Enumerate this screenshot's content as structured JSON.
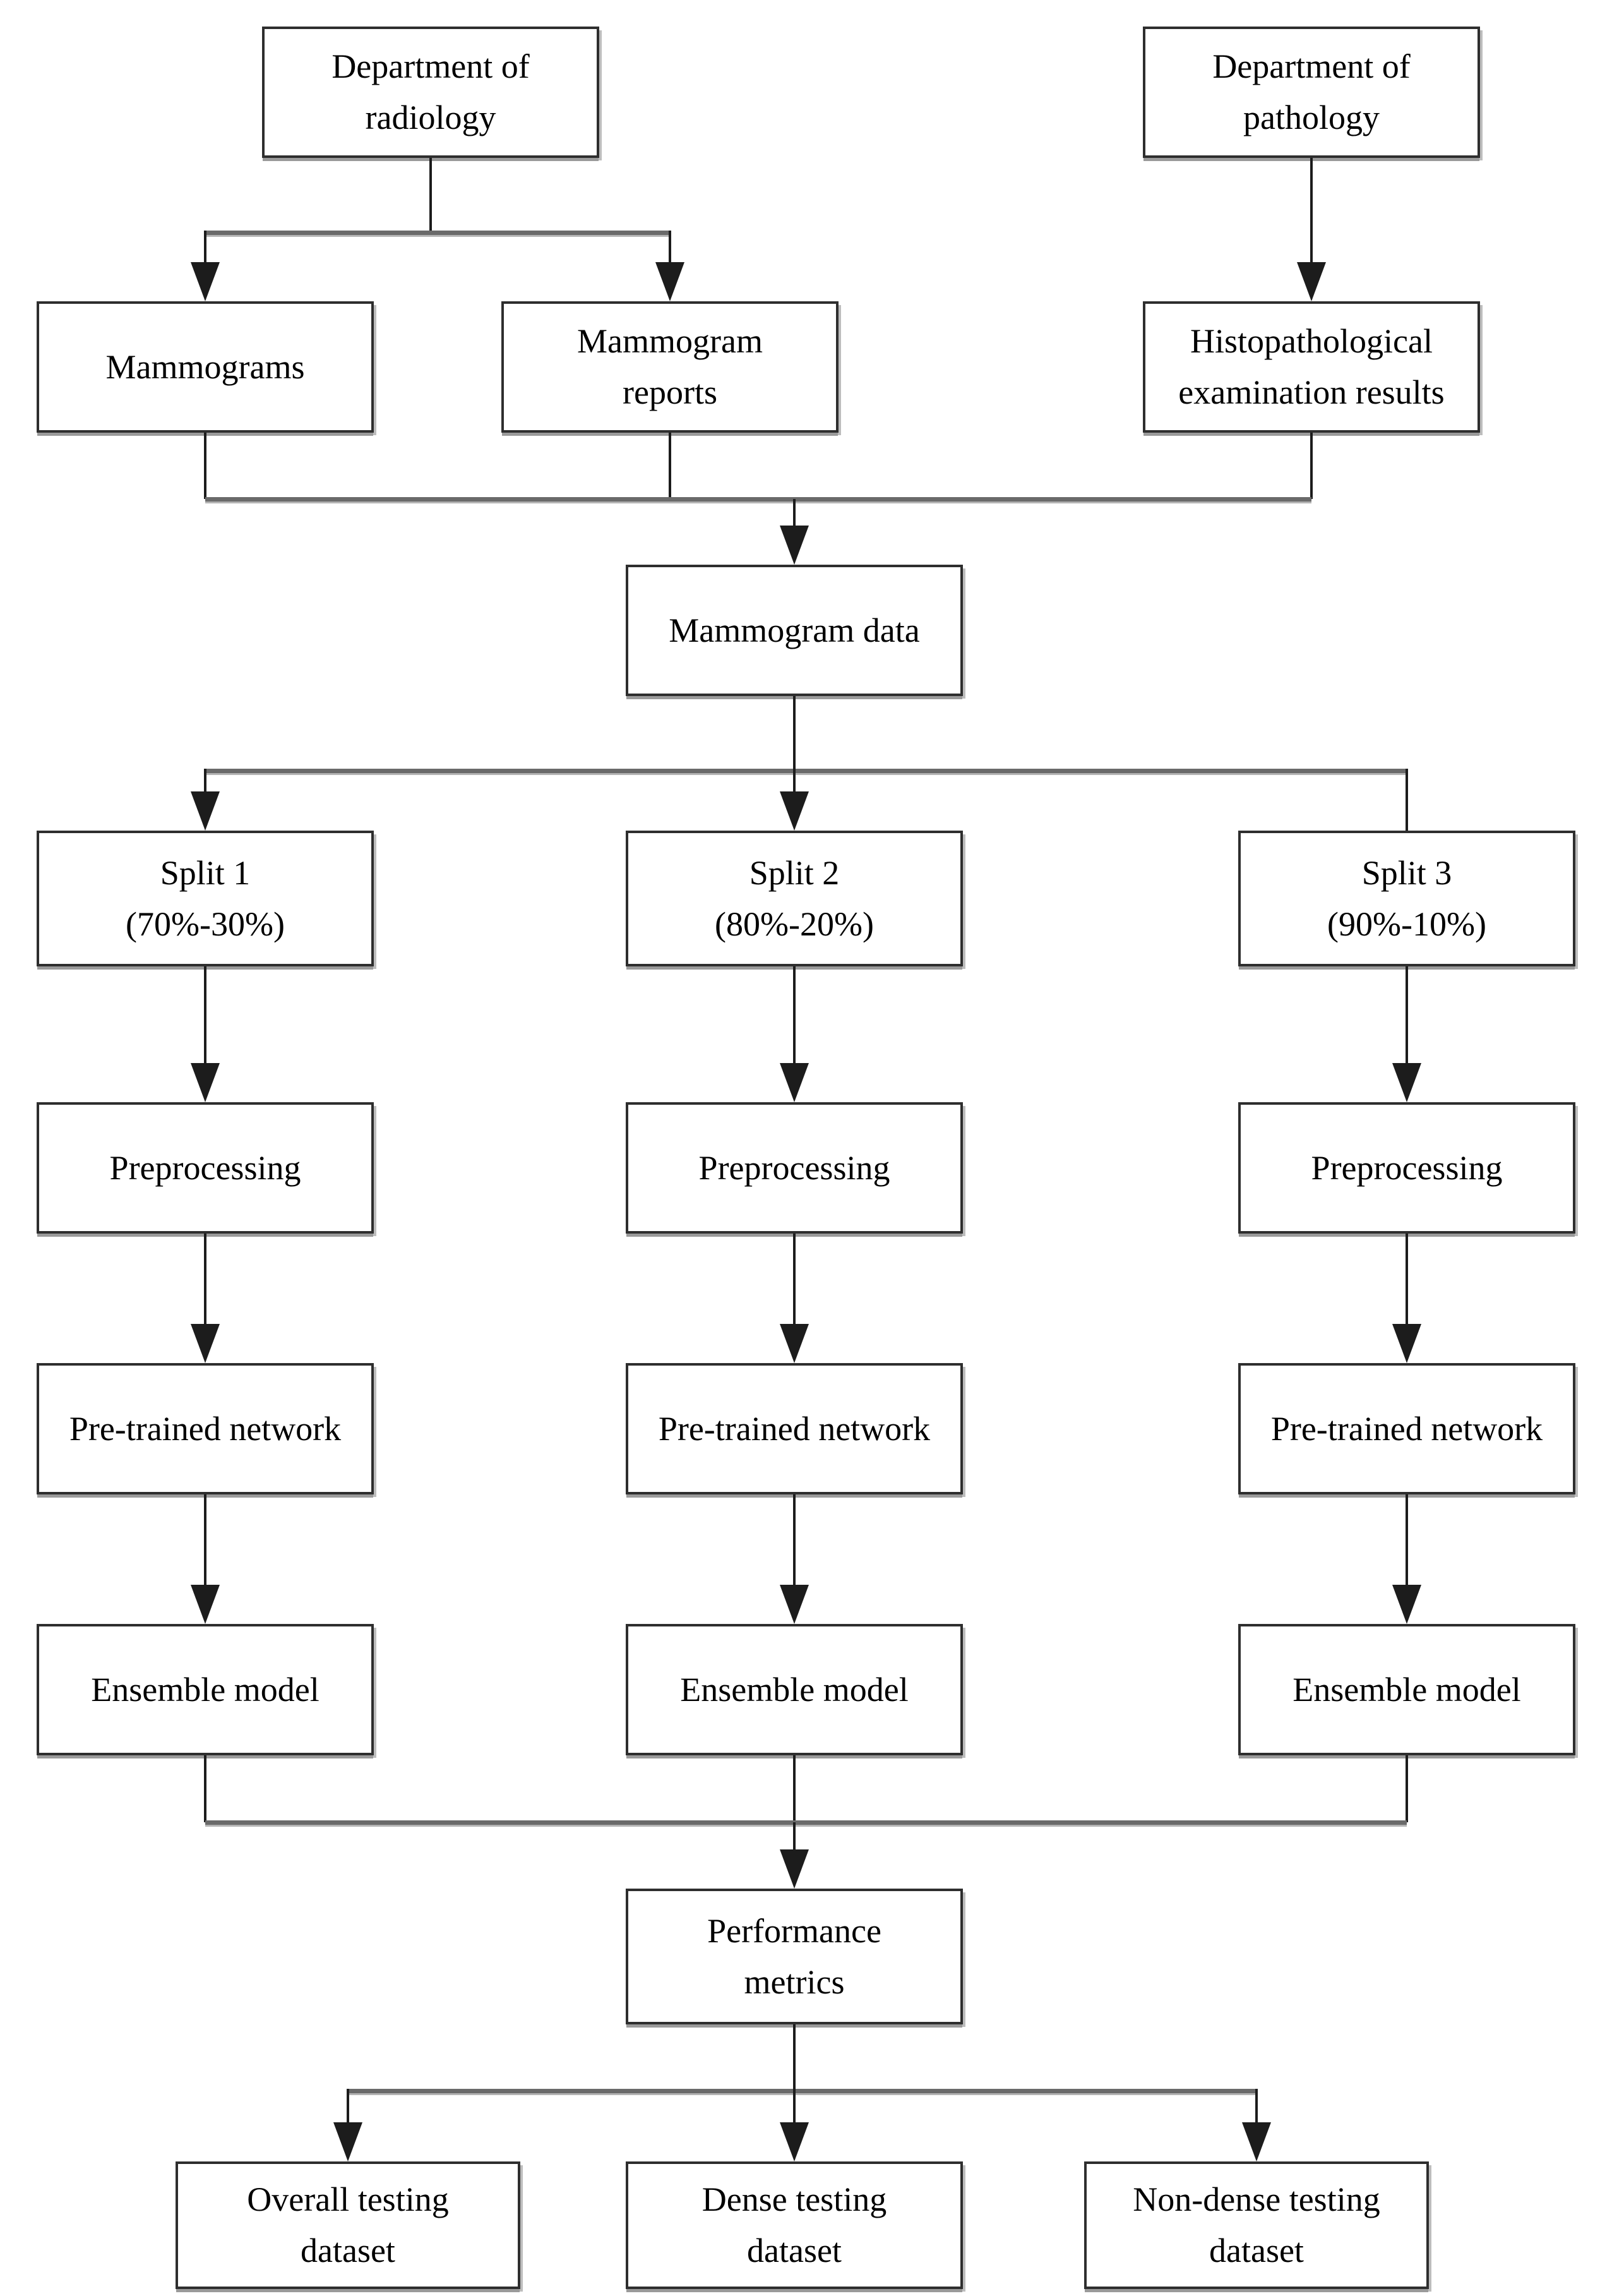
{
  "colors": {
    "line": "#1c1c1c",
    "line_soft": "#6a6a6a",
    "box_border": "#2e2e2e",
    "box_shadow": "#9a9a9a",
    "text": "#000000",
    "bg": "#ffffff"
  },
  "boxes": {
    "dept_radiology": {
      "lines": [
        "Department of",
        "radiology"
      ]
    },
    "dept_pathology": {
      "lines": [
        "Department of",
        "pathology"
      ]
    },
    "mammograms": {
      "lines": [
        "Mammograms"
      ]
    },
    "mammogram_reports": {
      "lines": [
        "Mammogram",
        "reports"
      ]
    },
    "histopathology": {
      "lines": [
        "Histopathological",
        "examination results"
      ]
    },
    "mammogram_data": {
      "lines": [
        "Mammogram data"
      ]
    },
    "split_1": {
      "lines": [
        "Split 1",
        "(70%-30%)"
      ]
    },
    "split_2": {
      "lines": [
        "Split 2",
        "(80%-20%)"
      ]
    },
    "split_3": {
      "lines": [
        "Split 3",
        "(90%-10%)"
      ]
    },
    "preprocessing_1": {
      "lines": [
        "Preprocessing"
      ]
    },
    "preprocessing_2": {
      "lines": [
        "Preprocessing"
      ]
    },
    "preprocessing_3": {
      "lines": [
        "Preprocessing"
      ]
    },
    "pretrained_1": {
      "lines": [
        "Pre-trained network"
      ]
    },
    "pretrained_2": {
      "lines": [
        "Pre-trained network"
      ]
    },
    "pretrained_3": {
      "lines": [
        "Pre-trained network"
      ]
    },
    "ensemble_1": {
      "lines": [
        "Ensemble model"
      ]
    },
    "ensemble_2": {
      "lines": [
        "Ensemble model"
      ]
    },
    "ensemble_3": {
      "lines": [
        "Ensemble model"
      ]
    },
    "performance_metrics": {
      "lines": [
        "Performance",
        "metrics"
      ]
    },
    "overall_testing": {
      "lines": [
        "Overall testing",
        "dataset"
      ]
    },
    "dense_testing": {
      "lines": [
        "Dense testing",
        "dataset"
      ]
    },
    "nondense_testing": {
      "lines": [
        "Non-dense testing",
        "dataset"
      ]
    }
  }
}
